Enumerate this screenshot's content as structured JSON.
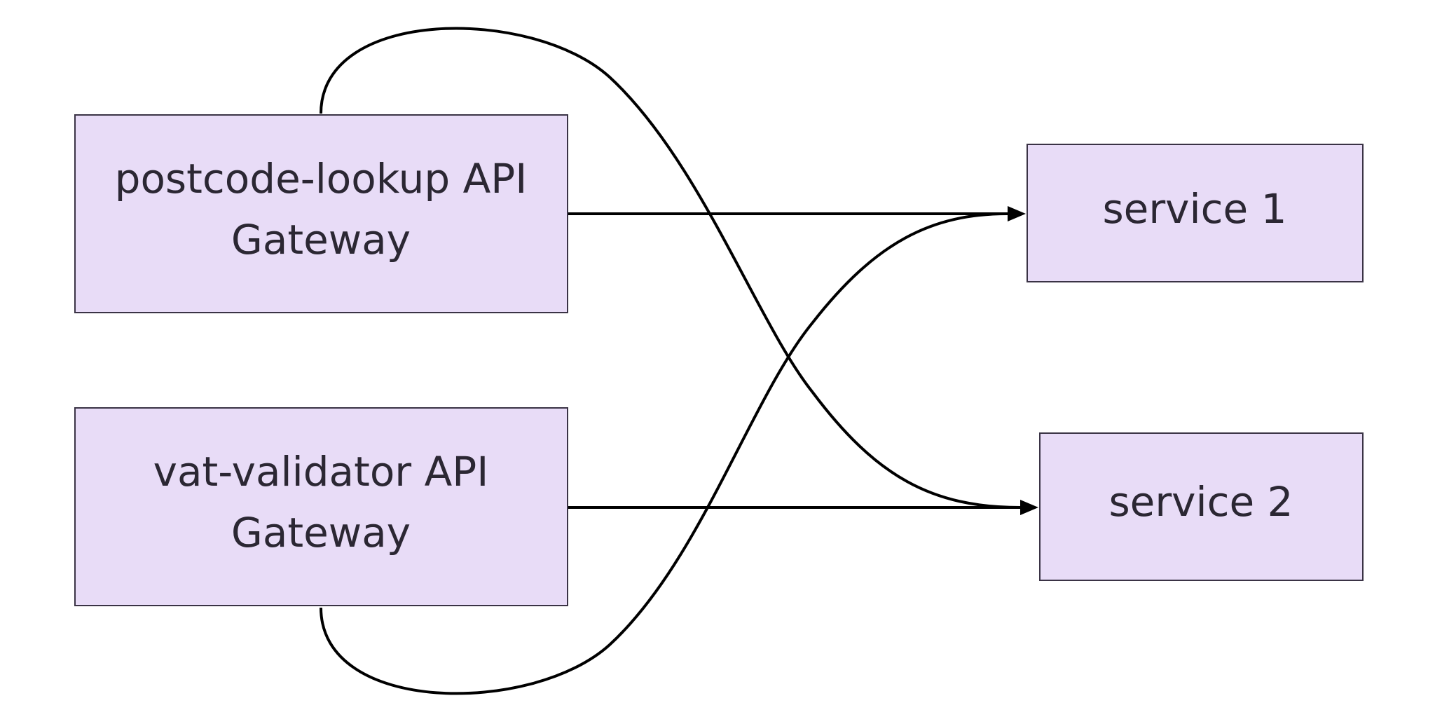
{
  "nodes": [
    {
      "id": "gw1",
      "label_lines": [
        "postcode-lookup API",
        "Gateway"
      ]
    },
    {
      "id": "gw2",
      "label_lines": [
        "vat-validator API",
        "Gateway"
      ]
    },
    {
      "id": "s1",
      "label_lines": [
        "service 1"
      ]
    },
    {
      "id": "s2",
      "label_lines": [
        "service 2"
      ]
    }
  ],
  "edges": [
    {
      "from": "gw1",
      "to": "s1"
    },
    {
      "from": "gw1",
      "to": "s2"
    },
    {
      "from": "gw2",
      "to": "s1"
    },
    {
      "from": "gw2",
      "to": "s2"
    }
  ],
  "colors": {
    "node_fill": "#e8dcf7",
    "node_stroke": "#3a3345",
    "edge": "#000000",
    "text": "#2b2733"
  }
}
